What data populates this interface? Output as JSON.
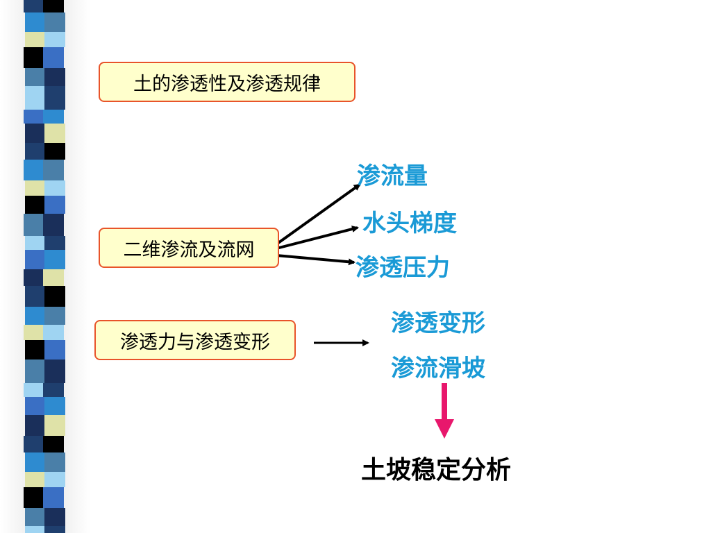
{
  "boxes": {
    "topic1": "土的渗透性及渗透规律",
    "topic2": "二维渗流及流网",
    "topic3": "渗透力与渗透变形"
  },
  "branches": {
    "flow_quantity": "渗流量",
    "head_gradient": "水头梯度",
    "seepage_pressure": "渗透压力",
    "seepage_deformation": "渗透变形",
    "seepage_slide": "渗流滑坡"
  },
  "conclusion": "土坡稳定分析",
  "colors": {
    "box_fill": "#ffffcc",
    "box_border": "#e8542a",
    "branch_text": "#1a9ad6",
    "arrow_black": "#000000",
    "arrow_pink": "#e8176c"
  }
}
